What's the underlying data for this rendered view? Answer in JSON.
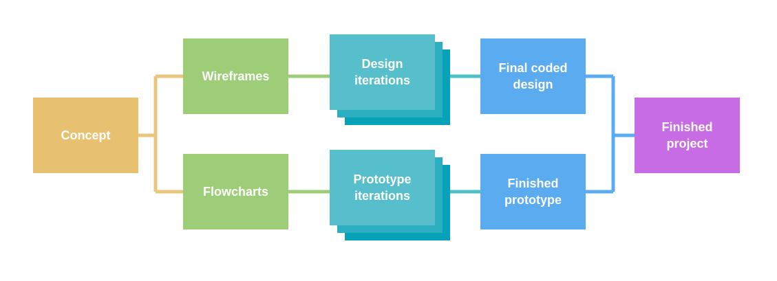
{
  "nodes": {
    "concept": {
      "label": "Concept"
    },
    "wireframes": {
      "label": "Wireframes"
    },
    "flowcharts": {
      "label": "Flowcharts"
    },
    "design_iterations": {
      "label": "Design\niterations"
    },
    "prototype_iterations": {
      "label": "Prototype\niterations"
    },
    "final_coded_design": {
      "label": "Final coded\ndesign"
    },
    "finished_prototype": {
      "label": "Finished\nprototype"
    },
    "finished_project": {
      "label": "Finished\nproject"
    }
  },
  "colors": {
    "concept": "#e8c170",
    "concept_connector": "#eac57e",
    "wireframes_flowcharts": "#9dcd76",
    "green_connector": "#9dcd76",
    "iterations_front": "#57bfcb",
    "iterations_middle": "#2aaec0",
    "iterations_back": "#06a3b8",
    "teal_connector": "#4cc0c9",
    "final_nodes": "#5aabf0",
    "blue_connector": "#5aabf0",
    "finished_project": "#c86ce6"
  }
}
